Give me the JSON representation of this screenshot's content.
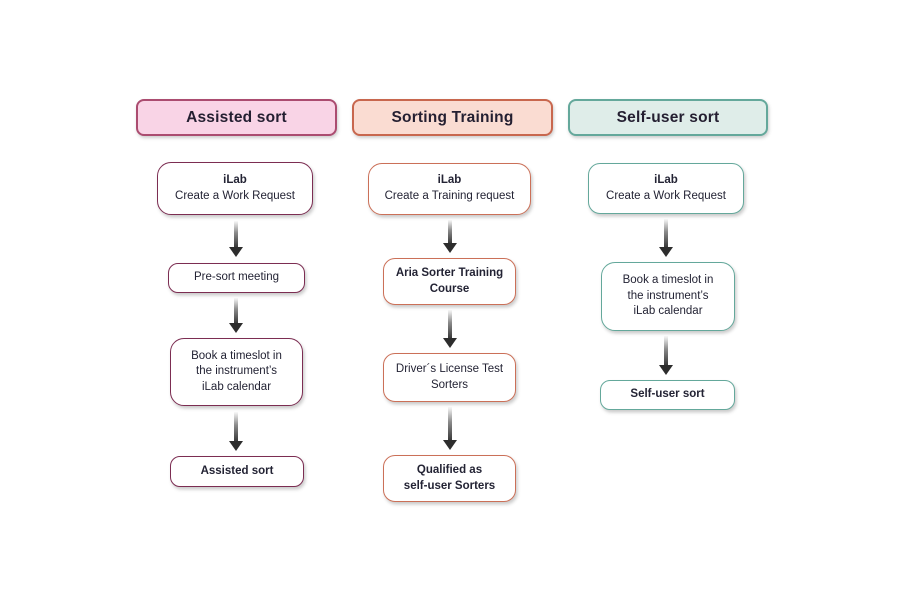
{
  "columns": [
    {
      "header": {
        "label": "Assisted sort"
      },
      "theme": {
        "header_fill": "#f9d4e6",
        "header_border": "#ab4c70",
        "box_border": "#7c2d52"
      },
      "boxes": [
        {
          "lines": [
            {
              "text": "iLab",
              "bold": true
            },
            {
              "text": "Create a Work Request",
              "bold": false
            }
          ]
        },
        {
          "lines": [
            {
              "text": "Pre-sort meeting",
              "bold": false
            }
          ]
        },
        {
          "lines": [
            {
              "text": "Book a timeslot in",
              "bold": false
            },
            {
              "text": "the instrument’s",
              "bold": false
            },
            {
              "text": "iLab calendar",
              "bold": false
            }
          ]
        },
        {
          "lines": [
            {
              "text": "Assisted sort",
              "bold": true
            }
          ]
        }
      ]
    },
    {
      "header": {
        "label": "Sorting Training"
      },
      "theme": {
        "header_fill": "#fadcd2",
        "header_border": "#c8674e",
        "box_border": "#cb7058"
      },
      "boxes": [
        {
          "lines": [
            {
              "text": "iLab",
              "bold": true
            },
            {
              "text": "Create a Training request",
              "bold": false
            }
          ]
        },
        {
          "lines": [
            {
              "text": "Aria Sorter Training",
              "bold": true
            },
            {
              "text": "Course",
              "bold": true
            }
          ]
        },
        {
          "lines": [
            {
              "text": "Driver´s License Test",
              "bold": false
            },
            {
              "text": "Sorters",
              "bold": false
            }
          ]
        },
        {
          "lines": [
            {
              "text": "Qualified as",
              "bold": true
            },
            {
              "text": "self-user Sorters",
              "bold": true
            }
          ]
        }
      ]
    },
    {
      "header": {
        "label": "Self-user sort"
      },
      "theme": {
        "header_fill": "#dfede9",
        "header_border": "#64a89b",
        "box_border": "#64a89b"
      },
      "boxes": [
        {
          "lines": [
            {
              "text": "iLab",
              "bold": true
            },
            {
              "text": "Create a Work Request",
              "bold": false
            }
          ]
        },
        {
          "lines": [
            {
              "text": "Book a timeslot in",
              "bold": false
            },
            {
              "text": "the instrument’s",
              "bold": false
            },
            {
              "text": "iLab calendar",
              "bold": false
            }
          ]
        },
        {
          "lines": [
            {
              "text": "Self-user sort",
              "bold": true
            }
          ]
        }
      ]
    }
  ]
}
